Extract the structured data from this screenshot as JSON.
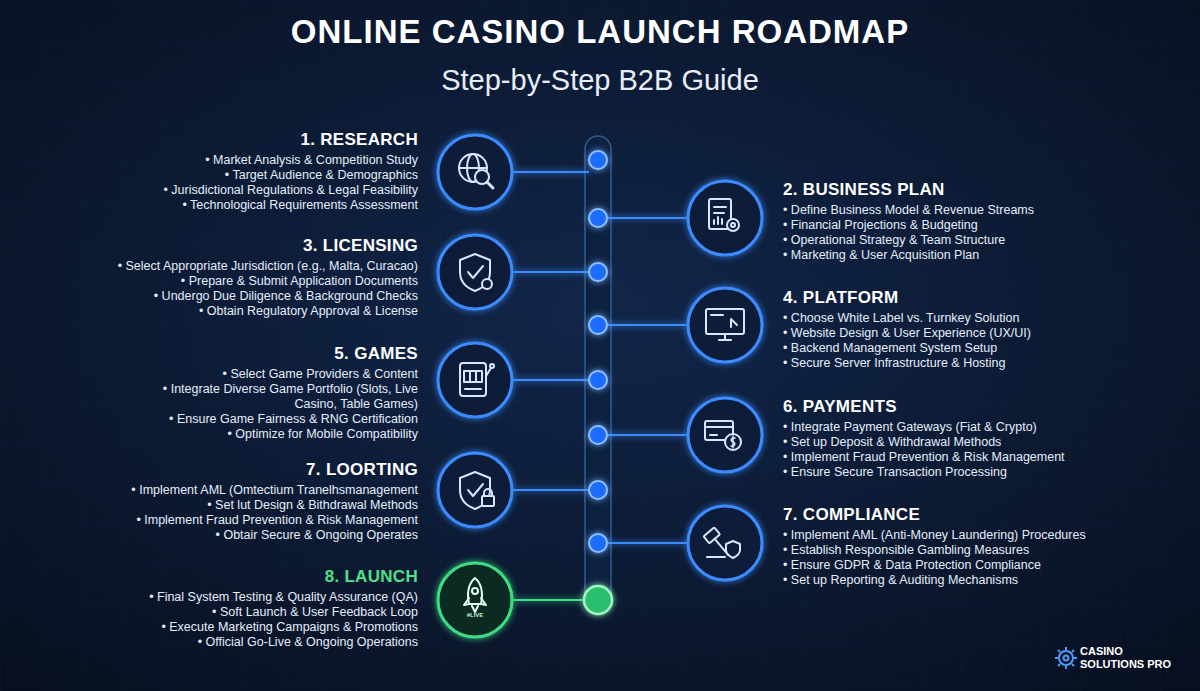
{
  "diagram": {
    "title": "ONLINE CASINO LAUNCH ROADMAP",
    "nodes": [
      {
        "text": [
          "1. RESEARCH",
          "• Market Analysis & Competition Study",
          "• Target Audience & Demographics",
          "• Jurisdictional Regulations & Legal Feasibility",
          "• Technological Requirements Assessment"
        ]
      },
      {
        "text": [
          "2. BUSINESS PLAN",
          "• Define Business Model & Revenue Streams",
          "• Financial Projections & Budgeting",
          "• Operational Strategy & Team Structure",
          "• Marketing & User Acquisition Plan"
        ]
      },
      {
        "text": [
          "3. LICENSING",
          "• Select Appropriate Jurisdiction (e.g., Malta, Curacao)",
          "• Prepare & Submit Application Documents",
          "• Undergo Due Diligence & Background Checks",
          "• Obtain Regulatory Approval & License"
        ]
      },
      {
        "text": [
          "4. PLATFORM",
          "• Choose White Label vs. Turnkey Solution",
          "• Website Design & User Experience (UX/UI)",
          "• Backend Management System Setup",
          "• Secure Server Infrastructure & Hosting"
        ]
      },
      {
        "text": [
          "5. GAMES",
          "• Select Game Providers & Content",
          "• Integrate Diverse Game Portfolio (Slots, Live Casino, Table Games)",
          "• Ensure Game Fairness & RNG Certification",
          "• Optimize for Mobile Compatibility"
        ]
      },
      {
        "text": [
          "6. PAYMENTS",
          "• Integrate Payment Gateways (Fiat & Crypto)",
          "• Set up Deposit & Withdrawal Methods",
          "• Implement Fraud Prevention & Risk Management",
          "• Ensure Secure Transaction Processing"
        ]
      },
      {
        "text": [
          "7. LOORTING",
          "• Implement AML (Omtectium Tranelhsmanagement",
          "• Set lut Design & Bithdrawal Methods",
          "• Implement Fraud Prevention & Risk Management",
          "• Obtair Secure & Ongoing Operates"
        ]
      },
      {
        "text": [
          "7. COMPLIANCE",
          "• Implement AML (Anti-Money Laundering) Procedures",
          "• Establish Responsible Gambling Measures",
          "• Ensure GDPR & Data Protection Compliance",
          "• Set up Reporting & Auditing Mechanisms"
        ]
      },
      {
        "text": [
          "8. LAUNCH",
          "• Final System Testing & Quality Assurance (QA)",
          "• Soft Launch & User Feedback Loop",
          "• Execute Marketing Campaigns & Promotions",
          "• Official Go-Live & Ongoing Operations"
        ]
      }
    ],
    "labels": [
      "Step-by-Step B2B Guide",
      "#LIVE",
      "CASINO",
      "SOLUTIONS PRO"
    ]
  }
}
